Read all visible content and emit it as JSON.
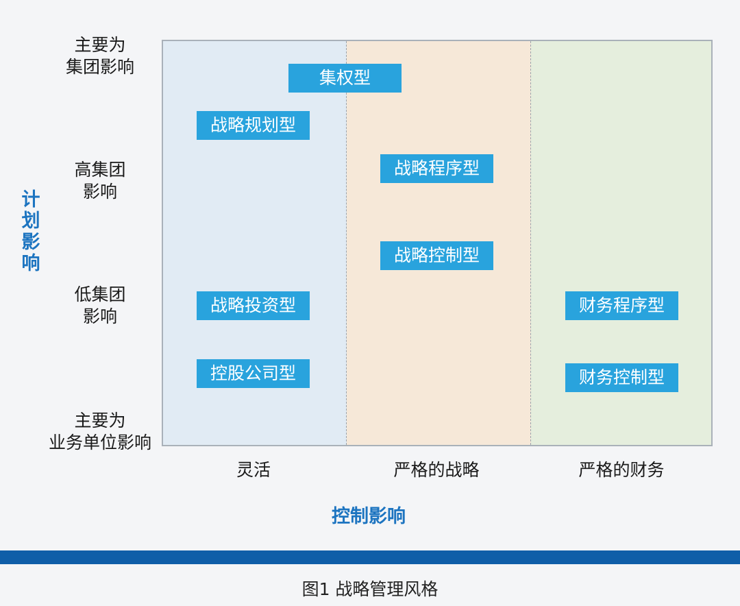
{
  "y_axis_title": "计划影响",
  "x_axis_title": "控制影响",
  "y_levels": [
    "主要为\n集团影响",
    "高集团\n影响",
    "低集团\n影响",
    "主要为\n业务单位影响"
  ],
  "x_categories": [
    "灵活",
    "严格的战略",
    "严格的财务"
  ],
  "styles": [
    "集权型",
    "战略规划型",
    "战略程序型",
    "战略控制型",
    "战略投资型",
    "控股公司型",
    "财务程序型",
    "财务控制型"
  ],
  "caption": "图1  战略管理风格",
  "colors": {
    "box": "#29a3dd",
    "zone_flexible": "#e1ebf4",
    "zone_strategic": "#f6e8d8",
    "zone_financial": "#e5eedd",
    "axis_title": "#1c74c0",
    "stripe": "#0f5ea8"
  }
}
